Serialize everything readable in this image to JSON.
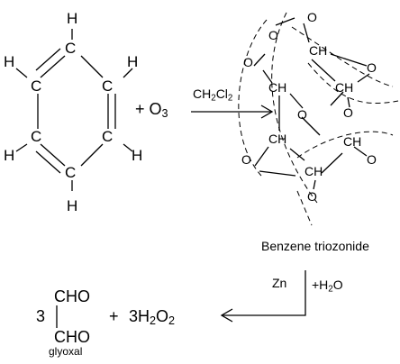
{
  "benzene": {
    "carbon": "C",
    "hydrogen": "H"
  },
  "reaction1": {
    "plus": "+",
    "reagent": "O",
    "reagent_sub": "3",
    "solvent": {
      "a": "CH",
      "a_sub": "2",
      "b": "Cl",
      "b_sub": "2"
    }
  },
  "triozonide": {
    "oxygen": "O",
    "ch": "CH",
    "name": "Benzene triozonide"
  },
  "reaction2": {
    "reagent": "Zn",
    "plus_water": "+H",
    "water_sub": "2",
    "water_o": "O"
  },
  "products": {
    "coefficient": "3",
    "cho_top": "CHO",
    "cho_bottom": "CHO",
    "name": "glyoxal",
    "plus": "+",
    "peroxide_prefix": "3H",
    "peroxide_sub1": "2",
    "peroxide_mid": "O",
    "peroxide_sub2": "2"
  },
  "colors": {
    "ink": "#000000",
    "background": "#ffffff"
  }
}
